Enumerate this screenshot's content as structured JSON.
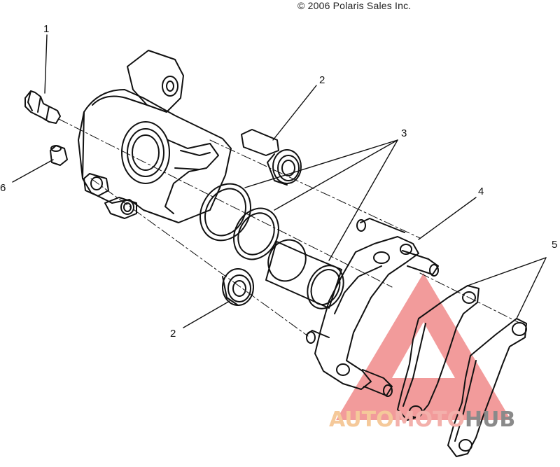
{
  "copyright": "© 2006 Polaris Sales Inc.",
  "callouts": {
    "c1": "1",
    "c2a": "2",
    "c2b": "2",
    "c3": "3",
    "c4": "4",
    "c5": "5",
    "c6": "6"
  },
  "watermark": {
    "part1": "AUTO",
    "part2": "MOTO",
    "part3": "HUB",
    "color_auto": "#f5c99a",
    "color_moto": "#f3b0ab",
    "color_hub": "#8a8a8a",
    "triangle_color": "#f08a8a"
  }
}
